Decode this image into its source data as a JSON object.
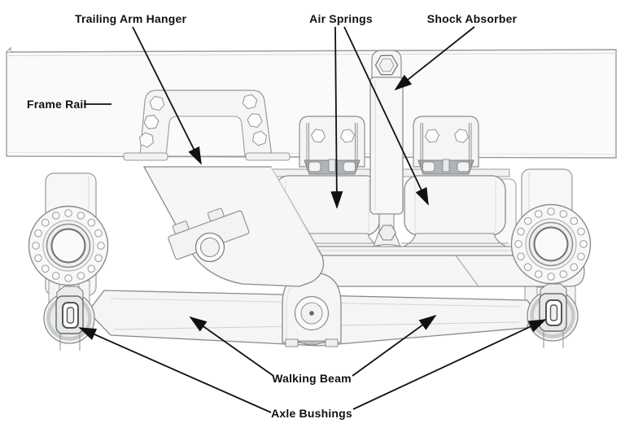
{
  "diagram": {
    "kind": "technical line illustration",
    "labels": {
      "trailing_arm_hanger": "Trailing Arm Hanger",
      "air_springs": "Air Springs",
      "shock_absorber": "Shock Absorber",
      "frame_rail": "Frame Rail",
      "walking_beam": "Walking Beam",
      "axle_bushings": "Axle Bushings"
    },
    "colors": {
      "background": "#ffffff",
      "label_text": "#111111",
      "leader_line": "#111111",
      "part_outline": "#8f9295",
      "part_fill": "#f6f6f7",
      "shade_fill": "#aeb4b8"
    }
  }
}
